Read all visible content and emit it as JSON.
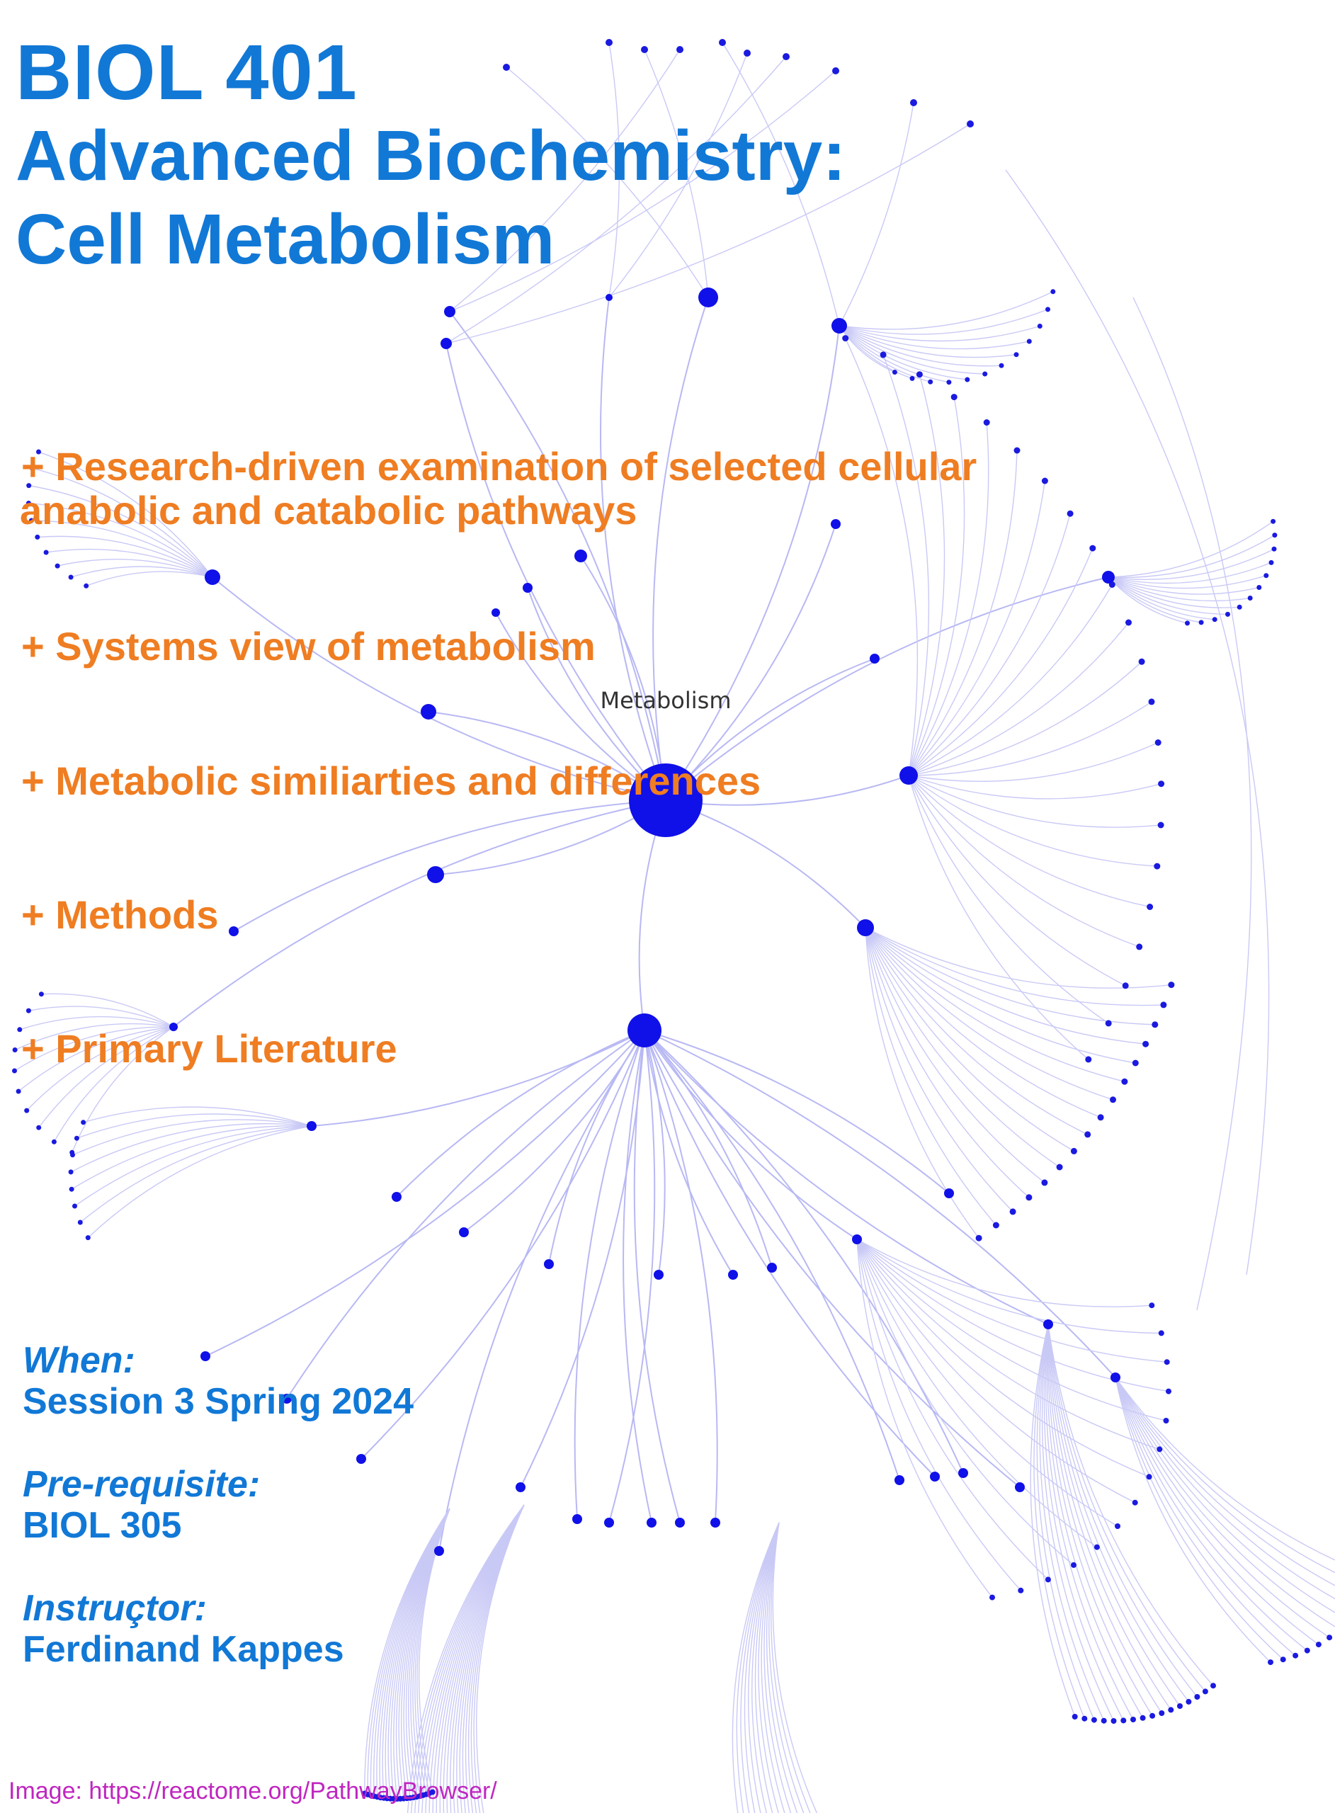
{
  "title": {
    "course_code": "BIOL 401",
    "course_name_line1": "Advanced Biochemistry:",
    "course_name_line2": "Cell Metabolism"
  },
  "topics": [
    {
      "line1": "+ Research-driven examination of selected cellular",
      "line2": "anabolic and catabolic pathways"
    },
    {
      "line1": "+ Systems view of metabolism"
    },
    {
      "line1": "+ Metabolic similiarties and differences"
    },
    {
      "line1": "+ Methods"
    },
    {
      "line1": "+ Primary Literature"
    }
  ],
  "details": {
    "when_label": "When:",
    "when_value": "Session 3 Spring 2024",
    "prereq_label": "Pre-requisite:",
    "prereq_value": "BIOL 305",
    "instructor_label": "Instruçtor:",
    "instructor_value": "Ferdinand Kappes"
  },
  "network": {
    "center_label": "Metabolism"
  },
  "image_credit": "Image: https://reactome.org/PathwayBrowser/",
  "colors": {
    "title_blue": "#1178d6",
    "topic_orange": "#ef7d22",
    "node_blue": "#1010e8",
    "edge_lavender": "#b8b8f4",
    "credit_magenta": "#c026c0"
  }
}
